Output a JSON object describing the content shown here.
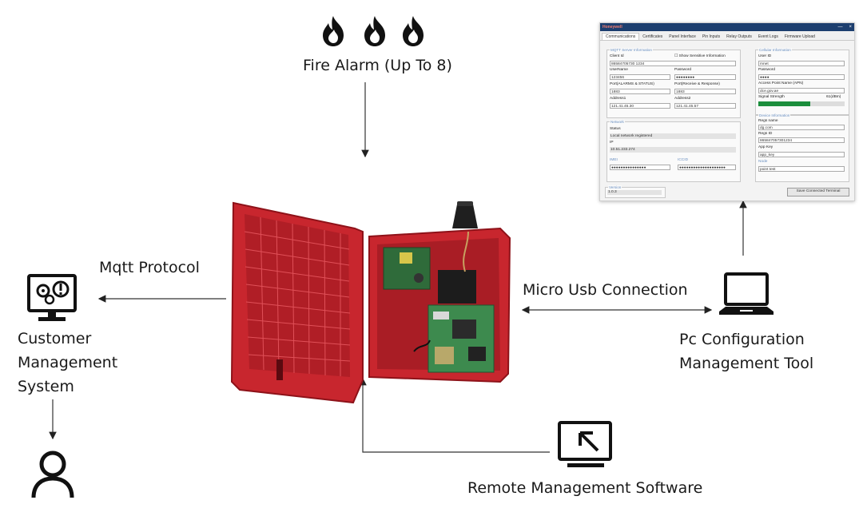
{
  "labels": {
    "fire_alarm": "Fire Alarm (Up To 8)",
    "mqtt": "Mqtt Protocol",
    "customer_1": "Customer",
    "customer_2": "Management",
    "customer_3": "System",
    "usb": "Micro Usb Connection",
    "pc_1": "Pc Configuration",
    "pc_2": "Management Tool",
    "remote": "Remote Management Software"
  },
  "window": {
    "title": "Honeywell",
    "tabs": [
      "Communications",
      "Certificates",
      "Panel Interface",
      "Pin Inputs",
      "Relay Outputs",
      "Event Logs",
      "Firmware Upload"
    ],
    "mqtt_group": "MQTT Server Information",
    "client_id_label": "Client Id",
    "show_sensitive": "Show Sensitive Information",
    "client_id": "86584705730 1234",
    "username_label": "UserName",
    "username": "123456",
    "password_label": "Password",
    "password": "●●●●●●●●",
    "port_alarms_label": "Port(ALARMS & STATUS)",
    "port_alarms": "1883",
    "port_receive_label": "Port(Receive & Response)",
    "port_receive": "1883",
    "address1_label": "Address1",
    "address1": "121.41.45.30",
    "address2_label": "Address2",
    "address2": "121.41.45.57",
    "network_group": "Network",
    "status_label": "Status",
    "status": "Local network registered",
    "ip_label": "IP",
    "ip": "10.51.233.274",
    "imei_label": "IMEI",
    "imei": "●●●●●●●●●●●●●●●",
    "iccid_label": "ICCID",
    "iccid": "●●●●●●●●●●●●●●●●●●●●",
    "cellular_group": "Cellular Information",
    "user_id_label": "User ID",
    "user_id": "mnet",
    "cell_password_label": "Password",
    "cell_password": "●●●●",
    "apn_label": "Access Point Name (APN)",
    "apn": "dce.gov.ae",
    "signal_label": "Signal Strength",
    "signal_value": "61(dBm)",
    "signal_level": 0.6,
    "device_group": "Device Information",
    "regs_name_label": "Regs name",
    "regs_name": "dg.com",
    "regs_id_label": "Regs ID",
    "regs_id": "865847057301234",
    "app_key_label": "App Key",
    "app_key": "app_key",
    "node_label": "Node",
    "node": "point test",
    "version_label": "Version",
    "version": "1.0.3",
    "save_button": "Save Connected Terminal"
  },
  "colors": {
    "enclosure_red": "#c8262e",
    "enclosure_dark": "#8e1219",
    "signal_green": "#1b8e3c",
    "titlebar": "#1c3e6e"
  }
}
